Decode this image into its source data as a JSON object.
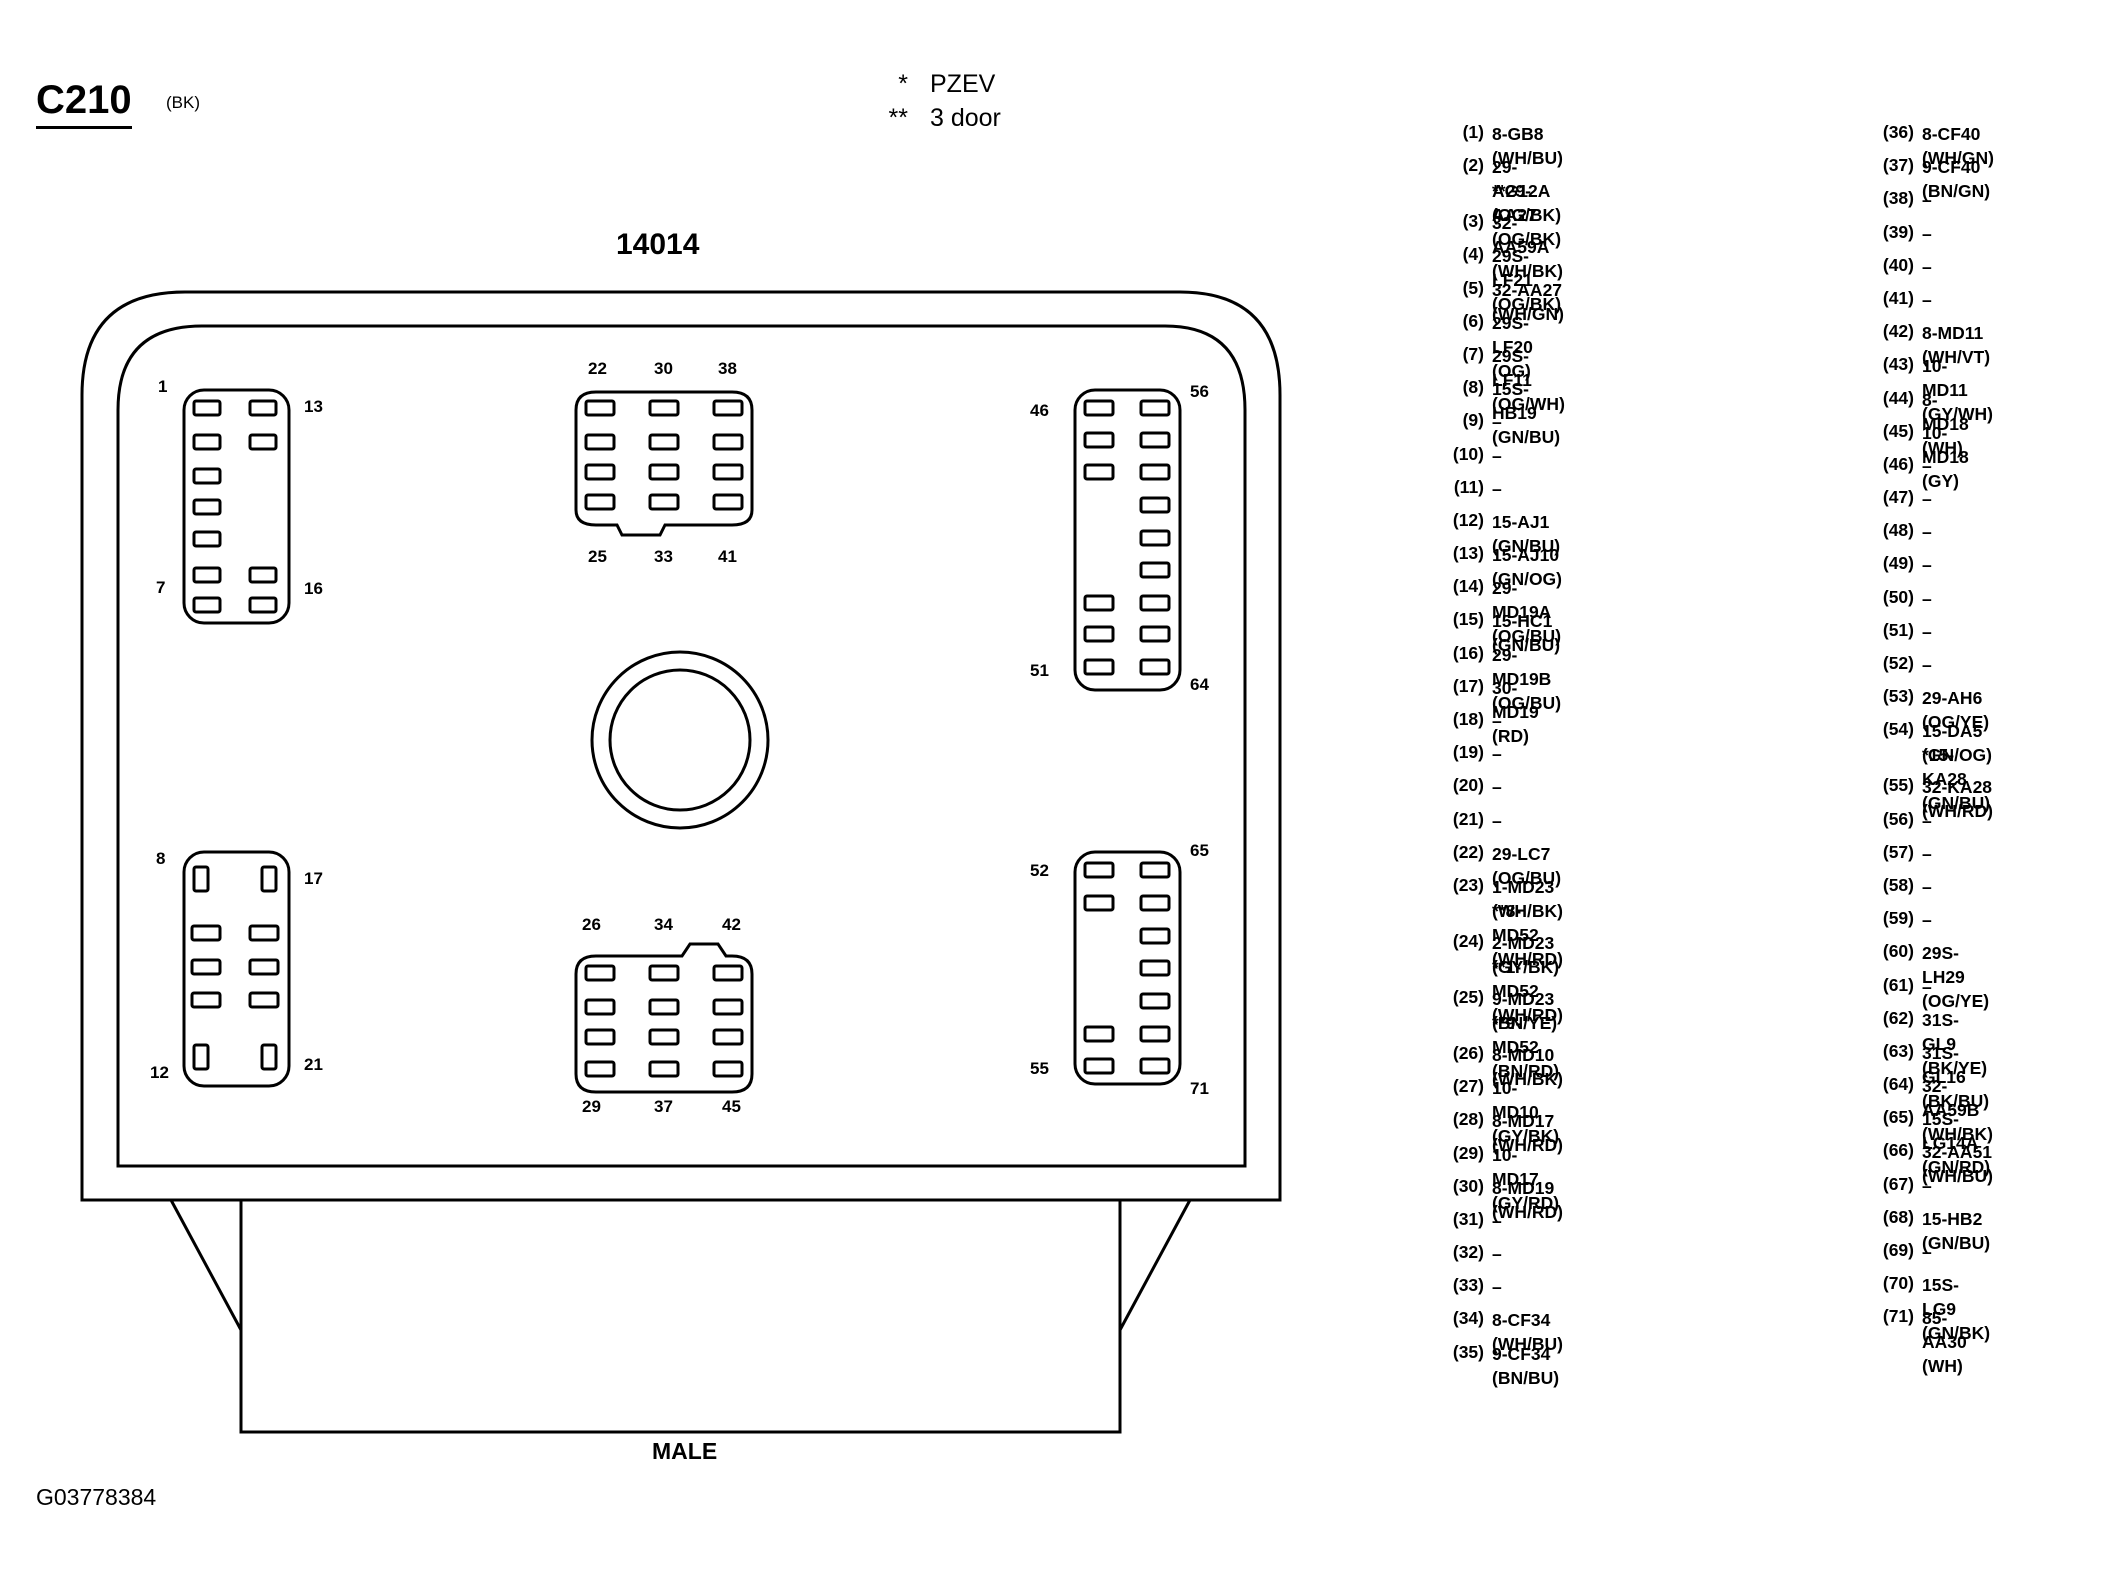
{
  "connector": {
    "id": "C210",
    "color_code": "(BK)"
  },
  "legend": [
    {
      "symbol": "*",
      "text": "PZEV"
    },
    {
      "symbol": "**",
      "text": "3 door"
    }
  ],
  "part_number": "14014",
  "gender": "MALE",
  "figure_id": "G03778384",
  "pin_labels": [
    "1",
    "13",
    "7",
    "16",
    "22",
    "30",
    "38",
    "25",
    "33",
    "41",
    "46",
    "56",
    "51",
    "64",
    "8",
    "17",
    "12",
    "21",
    "26",
    "34",
    "42",
    "29",
    "37",
    "45",
    "52",
    "65",
    "55",
    "71"
  ],
  "pins": [
    {
      "n": "(1)",
      "w": "8-GB8 (WH/BU)"
    },
    {
      "n": "(2)",
      "w": "29-AG12A (OG/BK)",
      "w2": "**29-AA27 (OG/BK)"
    },
    {
      "n": "(3)",
      "w": "32-AA59A (WH/BK)"
    },
    {
      "n": "(4)",
      "w": "29S-LF21 (OG/BK)"
    },
    {
      "n": "(5)",
      "w": "32-AA27 (WH/GN)"
    },
    {
      "n": "(6)",
      "w": "29S-LF20 (OG)"
    },
    {
      "n": "(7)",
      "w": "29S-LF11 (OG/WH)"
    },
    {
      "n": "(8)",
      "w": "15S-HB19 (GN/BU)"
    },
    {
      "n": "(9)",
      "w": "–"
    },
    {
      "n": "(10)",
      "w": "–"
    },
    {
      "n": "(11)",
      "w": "–"
    },
    {
      "n": "(12)",
      "w": "15-AJ1 (GN/BU)"
    },
    {
      "n": "(13)",
      "w": "15-AJ10 (GN/OG)"
    },
    {
      "n": "(14)",
      "w": "29-MD19A (OG/BU)"
    },
    {
      "n": "(15)",
      "w": "15-HC1 (GN/BU)"
    },
    {
      "n": "(16)",
      "w": "29-MD19B (OG/BU)"
    },
    {
      "n": "(17)",
      "w": "30-MD19 (RD)"
    },
    {
      "n": "(18)",
      "w": "–"
    },
    {
      "n": "(19)",
      "w": "–"
    },
    {
      "n": "(20)",
      "w": "–"
    },
    {
      "n": "(21)",
      "w": "–"
    },
    {
      "n": "(22)",
      "w": "29-LC7 (OG/BU)"
    },
    {
      "n": "(23)",
      "w": "1-MD23 (WH/BK)",
      "w2": "**8-MD52 (WH/RD)"
    },
    {
      "n": "(24)",
      "w": "2-MD23 (GY/BK)",
      "w2": "**1-MD52 (WH/RD)"
    },
    {
      "n": "(25)",
      "w": "9-MD23 (BN/YE)",
      "w2": "**9-MD52 (BN/RD)"
    },
    {
      "n": "(26)",
      "w": "8-MD10 (WH/BK)"
    },
    {
      "n": "(27)",
      "w": "10-MD10 (GY/BK)"
    },
    {
      "n": "(28)",
      "w": "8-MD17 (WH/RD)"
    },
    {
      "n": "(29)",
      "w": "10-MD17 (GY/RD)"
    },
    {
      "n": "(30)",
      "w": "8-MD19 (WH/RD)"
    },
    {
      "n": "(31)",
      "w": "–"
    },
    {
      "n": "(32)",
      "w": "–"
    },
    {
      "n": "(33)",
      "w": "–"
    },
    {
      "n": "(34)",
      "w": "8-CF34 (WH/BU)"
    },
    {
      "n": "(35)",
      "w": "9-CF34 (BN/BU)"
    },
    {
      "n": "(36)",
      "w": "8-CF40 (WH/GN)"
    },
    {
      "n": "(37)",
      "w": "9-CF40 (BN/GN)"
    },
    {
      "n": "(38)",
      "w": "–"
    },
    {
      "n": "(39)",
      "w": "–"
    },
    {
      "n": "(40)",
      "w": "–"
    },
    {
      "n": "(41)",
      "w": "–"
    },
    {
      "n": "(42)",
      "w": "8-MD11 (WH/VT)"
    },
    {
      "n": "(43)",
      "w": "10-MD11 (GY/WH)"
    },
    {
      "n": "(44)",
      "w": "8-MD18 (WH)"
    },
    {
      "n": "(45)",
      "w": "10-MD18 (GY)"
    },
    {
      "n": "(46)",
      "w": "–"
    },
    {
      "n": "(47)",
      "w": "–"
    },
    {
      "n": "(48)",
      "w": "–"
    },
    {
      "n": "(49)",
      "w": "–"
    },
    {
      "n": "(50)",
      "w": "–"
    },
    {
      "n": "(51)",
      "w": "–"
    },
    {
      "n": "(52)",
      "w": "–"
    },
    {
      "n": "(53)",
      "w": "29-AH6 (OG/YE)"
    },
    {
      "n": "(54)",
      "w": "15-DA5 (GN/OG)",
      "w2": "*15-KA28 (GN/BU)"
    },
    {
      "n": "(55)",
      "w": "32-KA28 (WH/RD)"
    },
    {
      "n": "(56)",
      "w": "–"
    },
    {
      "n": "(57)",
      "w": "–"
    },
    {
      "n": "(58)",
      "w": "–"
    },
    {
      "n": "(59)",
      "w": "–"
    },
    {
      "n": "(60)",
      "w": "29S-LH29 (OG/YE)"
    },
    {
      "n": "(61)",
      "w": "–"
    },
    {
      "n": "(62)",
      "w": "31S-GL9 (BK/YE)"
    },
    {
      "n": "(63)",
      "w": "31S-GL16 (BK/BU)"
    },
    {
      "n": "(64)",
      "w": "32-AA59B (WH/BK)"
    },
    {
      "n": "(65)",
      "w": "15S-LG14A (GN/RD)"
    },
    {
      "n": "(66)",
      "w": "32-AA51 (WH/BU)"
    },
    {
      "n": "(67)",
      "w": "–"
    },
    {
      "n": "(68)",
      "w": "15-HB2 (GN/BU)"
    },
    {
      "n": "(69)",
      "w": "–"
    },
    {
      "n": "(70)",
      "w": "15S-LG9 (GN/BK)"
    },
    {
      "n": "(71)",
      "w": "85-AA30 (WH)"
    }
  ]
}
